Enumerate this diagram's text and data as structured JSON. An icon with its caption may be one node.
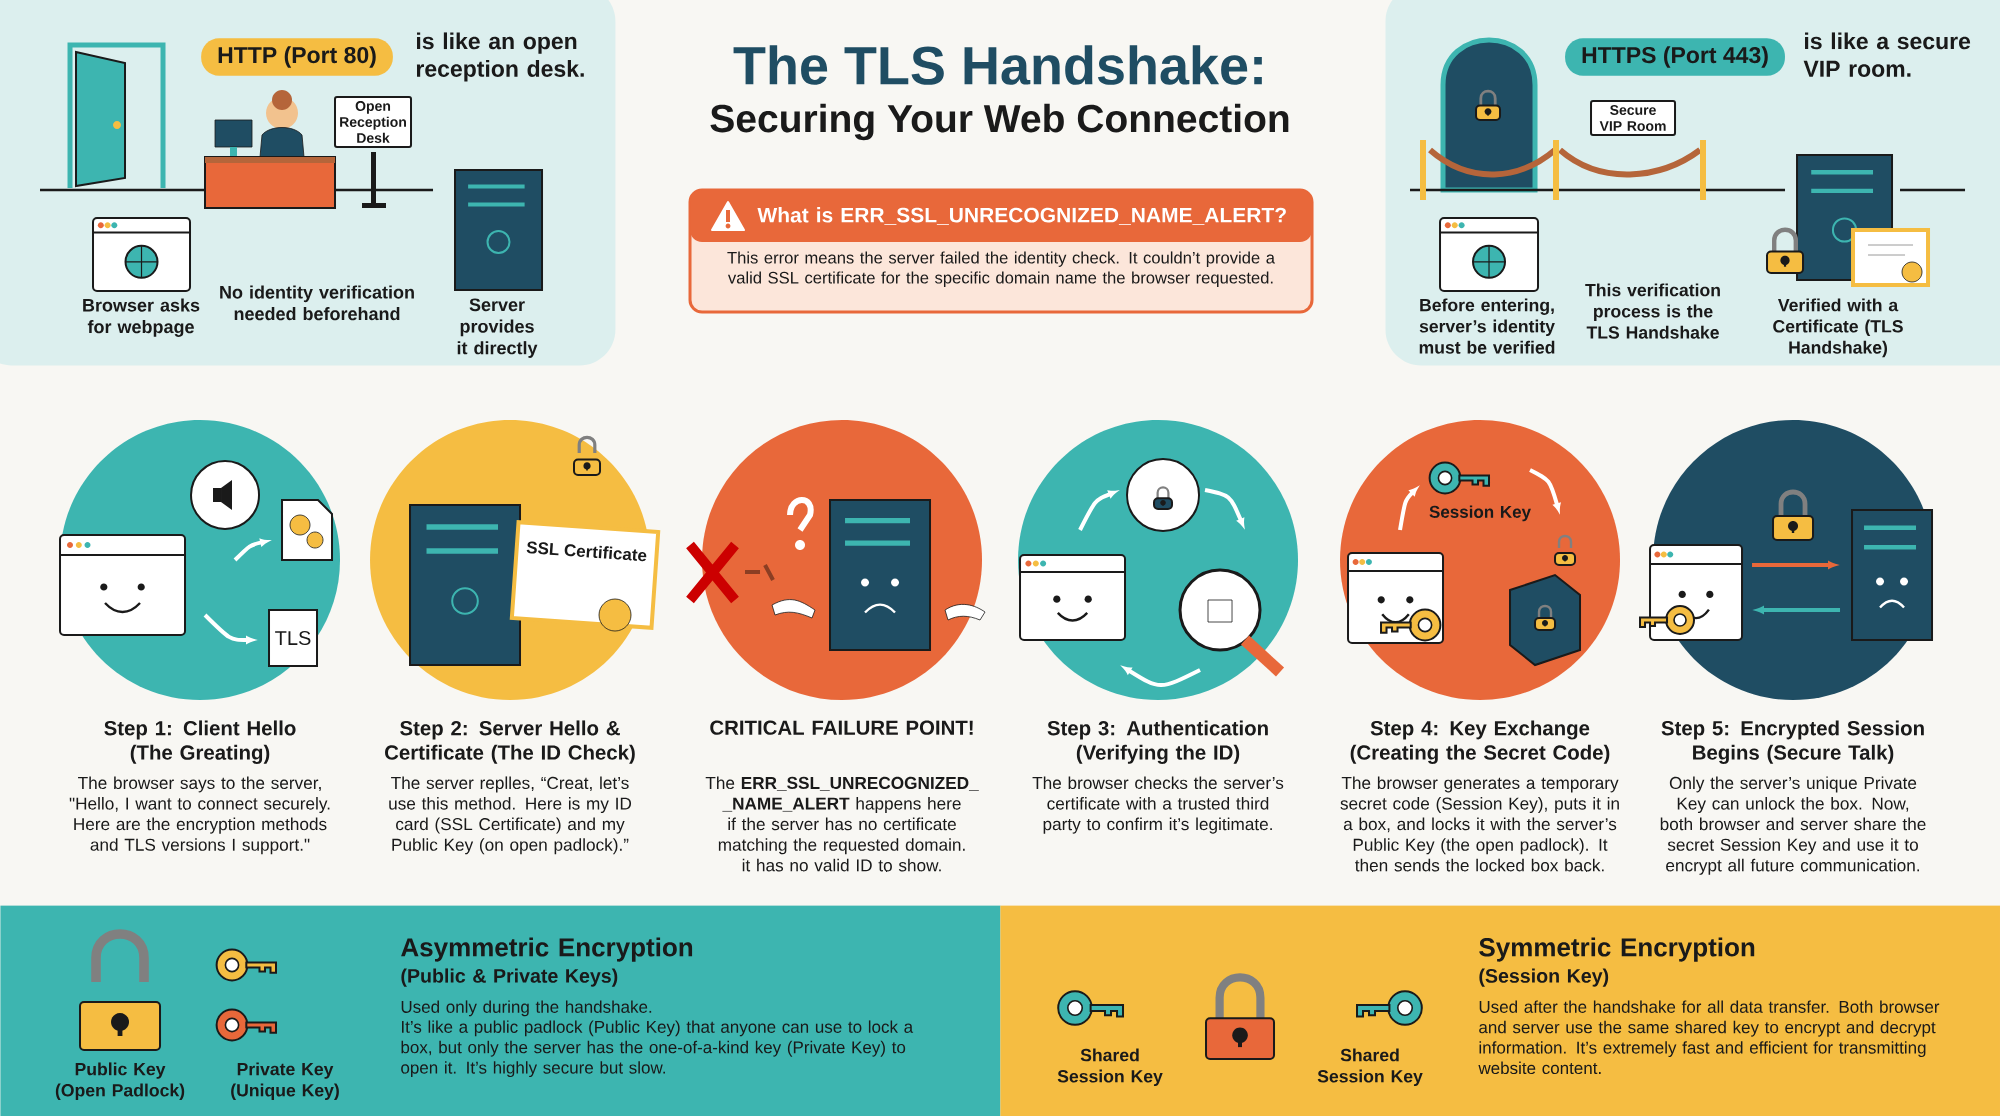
{
  "diagram": {
    "title": "The TLS Handshake:",
    "nodes": [
      {
        "text": [
          "is like an open reception desk.",
          "Browser asks for webpage",
          "No identity verification needed beforehand",
          "Server provides it directly"
        ]
      },
      {
        "text": [
          "HTTP (Port 80)"
        ],
        "in": 0
      },
      {
        "text": [
          "Open Reception Desk"
        ],
        "in": 0
      },
      {
        "text": [
          "What is ERR_SSL_UNRECOGNIZED_NAME_ALERT?",
          "This error means the server failed the identity check. It couldn’t provide a valid SSL certificate for the specific domain name the browser requested."
        ]
      },
      {
        "text": [
          "is like a secure VIP room.",
          "Before entering, server’s identity must be verified",
          "This verification process is the TLS Handshake",
          "Verified with a Certificate (TLS Handshake)"
        ]
      },
      {
        "text": [
          "HTTPS (Port 443)"
        ],
        "in": 4
      },
      {
        "text": [
          "Secure VIP Room"
        ],
        "in": 4
      },
      {
        "text": [
          "Step 1: Client Hello (The Greating)",
          "The browser says to the server, \"Hello, I want to connect securely. Here are the encryption methods and TLS versions I support.\""
        ]
      },
      {
        "text": [
          "Step 2: Server Hello & Certificate (The ID Check)",
          "The server replles, “Creat, let’s use this method. Here is my ID card (SSL Certificate) and my Public Key (on open padlock).”"
        ]
      },
      {
        "text": [
          "CRITICAL FAILURE POINT!",
          "The **ERR_SSL_UNRECOGNIZED_ _NAME_ALERT** happens here if the server has no certificate matching the requested domain. it has no valid ID to show."
        ]
      },
      {
        "text": [
          "Step 3: Authentication (Verifying the ID)",
          "The browser checks the server’s certificate with a trusted third party to confirm it’s legitimate."
        ]
      },
      {
        "text": [
          "Step 4: Key Exchange (Creating the Secret Code)",
          "The browser generates a temporary secret code (Session Key), puts it in a box, and locks it with the server’s Public Key (the open padlock). It then sends the locked box back."
        ]
      },
      {
        "text": [
          "Step 5: Encrypted Session Begins (Secure Talk)",
          "Only the server’s unique Private Key can unlock the box. Now, both browser and server share the secret Session Key and use it to encrypt all future communication."
        ]
      },
      {
        "text": [
          "SSL Certificate"
        ],
        "in": 8
      },
      {
        "text": [
          "TLS"
        ],
        "in": 7
      },
      {
        "text": [
          "Asymmetric Encryption",
          "(Public & Private Keys)",
          "Used only during the handshake.",
          "It’s like a public padlock (Public Key) that anyone can use to lock a box, but only the server has the one-of-a-kind key (Private Key) to open it. It’s highly secure but slow.",
          "Public Key (Open Padlock)",
          "Private Key (Unique Key)"
        ]
      },
      {
        "text": [
          "Symmetric Encryption",
          "(Session Key)",
          "Used after the handshake for all data transfer. Both browser and server use the same shared key to encrypt and decrypt information. It’s extremely fast and efficient for transmitting website content.",
          "Shared Session Key",
          "Shared Session Key"
        ]
      }
    ],
    "labels": [
      "Securing Your Web Connection",
      "Session Key"
    ]
  }
}
